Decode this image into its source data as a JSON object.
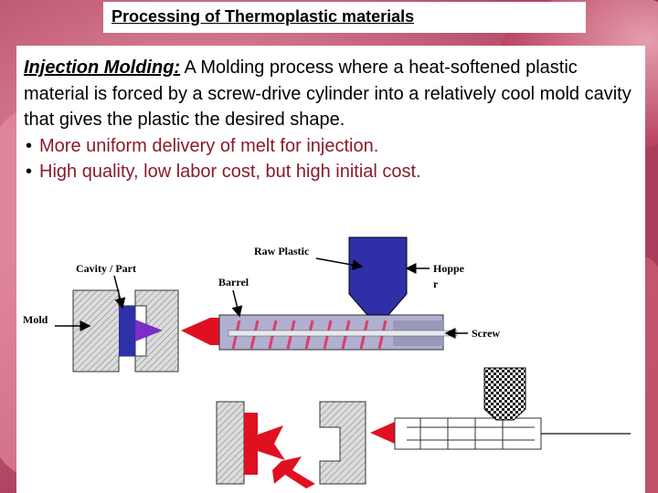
{
  "slide": {
    "title": "Processing of Thermoplastic materials",
    "term": "Injection Molding:",
    "definition": " A Molding process where a heat-softened plastic material is forced by a screw-drive cylinder into a relatively cool mold cavity that gives the plastic the desired shape.",
    "bullets": [
      "More uniform delivery  of melt for injection.",
      "High quality, low labor cost, but high initial cost."
    ],
    "bullet_symbol": "•"
  },
  "diagram": {
    "labels": {
      "raw_plastic": "Raw Plastic",
      "cavity_part": "Cavity / Part",
      "barrel": "Barrel",
      "hopper_line1": "Hoppe",
      "hopper_line2": "r",
      "mold": "Mold",
      "screw": "Screw"
    }
  },
  "colors": {
    "background": "#c0526a",
    "bullet_text": "#8b1a2b",
    "mold_blue": "#2f2fa8",
    "melt_red": "#e01020",
    "melt_purple": "#7a2fc8",
    "screw_pink": "#d9406a",
    "mold_gray": "#c8c8c8"
  }
}
